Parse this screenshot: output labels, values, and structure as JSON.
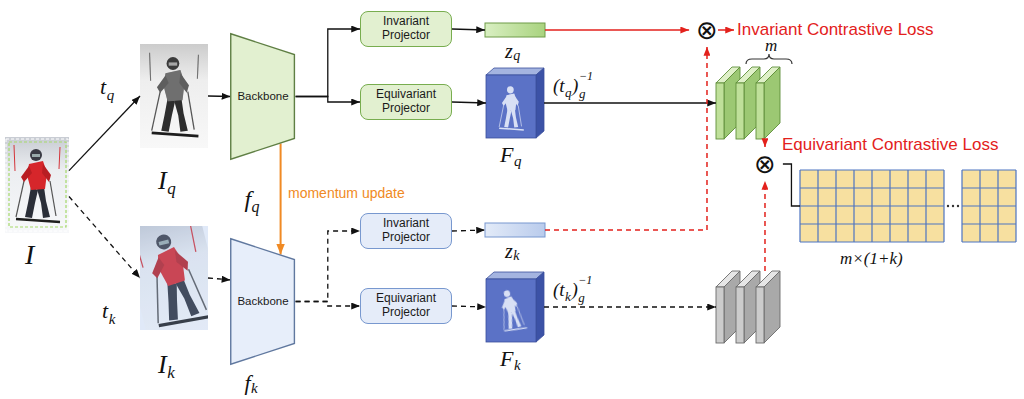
{
  "diagram": {
    "nodes": [
      {
        "text": [
          "I"
        ]
      },
      {
        "text": [
          "I",
          "q"
        ]
      },
      {
        "text": [
          "I",
          "k"
        ]
      },
      {
        "text": [
          "Backbone",
          "f",
          "q"
        ]
      },
      {
        "text": [
          "Backbone",
          "f",
          "k"
        ]
      },
      {
        "text": [
          "Invariant Projector"
        ]
      },
      {
        "text": [
          "Equivariant Projector"
        ]
      },
      {
        "text": [
          "Invariant Projector"
        ]
      },
      {
        "text": [
          "Equivariant Projector"
        ]
      },
      {
        "text": [
          "z",
          "q"
        ]
      },
      {
        "text": [
          "F",
          "q"
        ]
      },
      {
        "text": [
          "z",
          "k"
        ]
      },
      {
        "text": [
          "F",
          "k"
        ]
      },
      {
        "text": [
          "⊗"
        ]
      },
      {
        "text": [
          "m"
        ]
      },
      {
        "text": []
      },
      {
        "text": [
          "⊗"
        ]
      },
      {
        "text": [
          "m×(1+k)"
        ]
      }
    ],
    "edges": [
      {
        "from": 0,
        "to": 1,
        "arrow": "to"
      },
      {
        "from": 0,
        "to": 2,
        "arrow": "to"
      },
      {
        "from": 1,
        "to": 3,
        "arrow": "to"
      },
      {
        "from": 2,
        "to": 4,
        "arrow": "to"
      },
      {
        "from": 3,
        "to": 5,
        "arrow": "to"
      },
      {
        "from": 3,
        "to": 6,
        "arrow": "to"
      },
      {
        "from": 4,
        "to": 7,
        "arrow": "to"
      },
      {
        "from": 4,
        "to": 8,
        "arrow": "to"
      },
      {
        "from": 3,
        "to": 4,
        "label": "momentum update",
        "arrow": "to"
      },
      {
        "from": 5,
        "to": 9,
        "arrow": "to"
      },
      {
        "from": 6,
        "to": 10,
        "arrow": "to"
      },
      {
        "from": 7,
        "to": 11,
        "arrow": "to"
      },
      {
        "from": 8,
        "to": 12,
        "arrow": "to"
      },
      {
        "from": 10,
        "to": 14,
        "arrow": "to"
      },
      {
        "from": 12,
        "to": 15,
        "arrow": "to"
      },
      {
        "from": 9,
        "to": 13,
        "arrow": "to"
      },
      {
        "from": 11,
        "to": 13,
        "arrow": "to"
      },
      {
        "from": 14,
        "to": 16,
        "arrow": "to"
      },
      {
        "from": 15,
        "to": 16,
        "arrow": "to"
      },
      {
        "from": 16,
        "to": 17,
        "arrow": "none"
      }
    ],
    "labels": [
      "t",
      "q",
      "t",
      "k",
      "(t",
      "q",
      ")",
      "g",
      "−1",
      "(t",
      "k",
      ")",
      "g",
      "−1",
      "Invariant Contrastive Loss",
      "Equivariant Contrastive Loss"
    ]
  }
}
